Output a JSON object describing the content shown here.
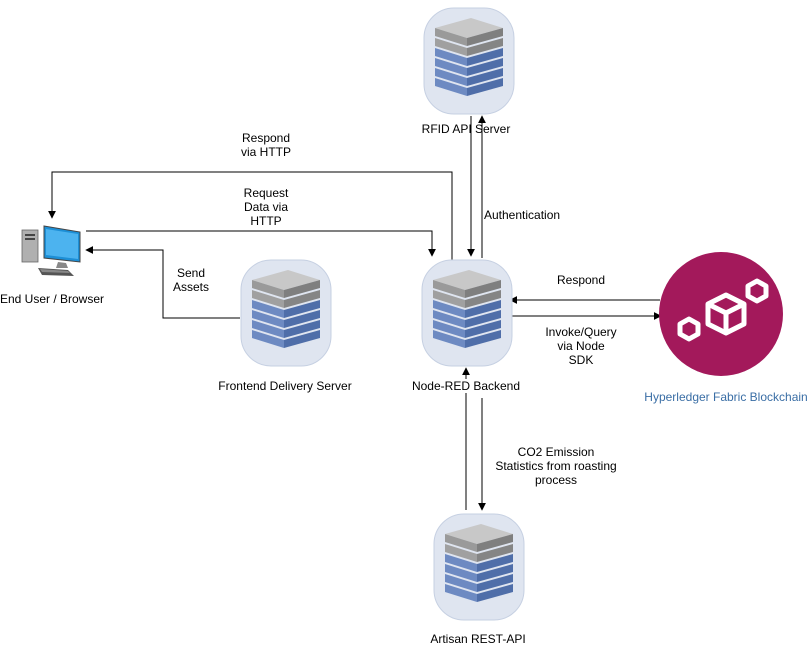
{
  "nodes": {
    "rfid_api_server": {
      "label": "RFID API Server",
      "icon": "server-rack-icon"
    },
    "end_user_browser": {
      "label": "End User / Browser",
      "icon": "desktop-computer-icon"
    },
    "frontend_delivery_server": {
      "label": "Frontend Delivery Server",
      "icon": "server-rack-icon"
    },
    "node_red_backend": {
      "label": "Node-RED Backend",
      "icon": "server-rack-icon"
    },
    "hyperledger_fabric": {
      "label": "Hyperledger Fabric Blockchain",
      "icon": "hyperledger-fabric-icon"
    },
    "artisan_rest_api": {
      "label": "Artisan REST-API",
      "icon": "server-rack-icon"
    }
  },
  "edges": {
    "respond_via_http": "Respond\nvia HTTP",
    "request_data_via_http": "Request\nData via\nHTTP",
    "send_assets": "Send\nAssets",
    "authentication": "Authentication",
    "respond": "Respond",
    "invoke_query_via_node_sdk": "Invoke/Query\nvia Node\nSDK",
    "co2_emission_statistics": "CO2 Emission\nStatistics from roasting\nprocess"
  },
  "colors": {
    "line": "#000000",
    "fabric_circle": "#a3195b",
    "fabric_label": "#3a6ea5",
    "server_blue": "#5a7bb5",
    "server_gray": "#a5a5a5",
    "server_halo": "#dfe5f0"
  }
}
